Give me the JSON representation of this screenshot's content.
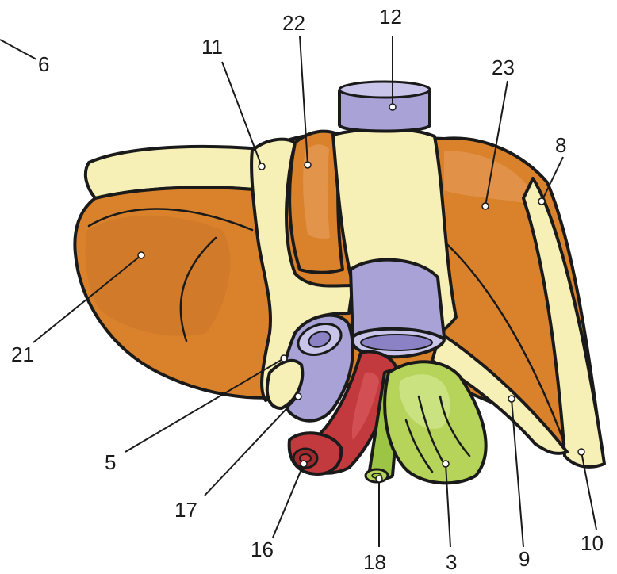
{
  "labels": {
    "l3": "3",
    "l5": "5",
    "l6": "6",
    "l8": "8",
    "l9": "9",
    "l10": "10",
    "l11": "11",
    "l12": "12",
    "l16": "16",
    "l17": "17",
    "l18": "18",
    "l21": "21",
    "l22": "22",
    "l23": "23"
  },
  "colors": {
    "liver": "#d9822b",
    "liver_dark": "#c8702a",
    "liver_light": "#e9a060",
    "ligament": "#f6efb6",
    "vena_cava": "#a9a2d6",
    "vena_cava_light": "#c9c4ea",
    "portal_vein": "#c23a3e",
    "gallbladder": "#b6d35a",
    "gallbladder_light": "#d3e88e",
    "bile_duct": "#9cc545",
    "outline": "#1a1a1a"
  }
}
